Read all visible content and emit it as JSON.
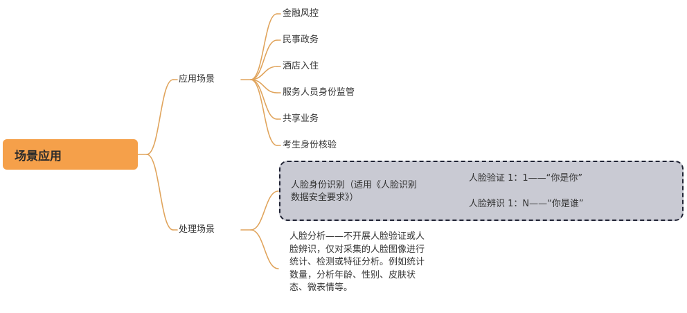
{
  "colors": {
    "accent": "#F5A04A",
    "connector": "#E0A45C",
    "highlight_fill": "#C9CAD3",
    "highlight_border": "#1f2233"
  },
  "mindmap": {
    "root": "场景应用",
    "app_scenes": {
      "label": "应用场景",
      "items": [
        "金融风控",
        "民事政务",
        "酒店入住",
        "服务人员身份监管",
        "共享业务",
        "考生身份核验"
      ]
    },
    "processing": {
      "label": "处理场景",
      "face_id": {
        "label": "人脸身份识别（适用《人脸识别数据安全要求》）",
        "children": [
          "人脸验证 1：1——“你是你”",
          "人脸辨识 1：N——“你是谁”"
        ]
      },
      "face_analysis": "人脸分析——不开展人脸验证或人脸辨识，仅对采集的人脸图像进行统计、检测或特征分析。例如统计数量，分析年龄、性别、皮肤状态、微表情等。"
    }
  }
}
